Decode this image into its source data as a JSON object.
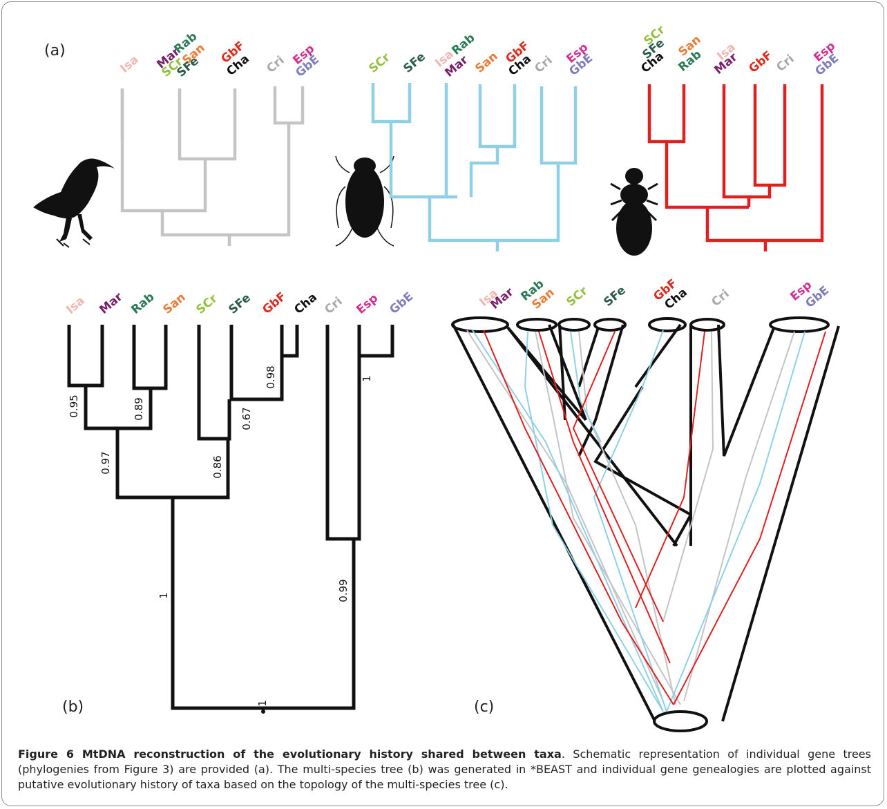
{
  "panels": {
    "a": "(a)",
    "b": "(b)",
    "c": "(c)"
  },
  "colors": {
    "Isa": "#f2b6b0",
    "Mar": "#7a1f6b",
    "Rab": "#2a7a55",
    "San": "#ee7b35",
    "SCr": "#93c13d",
    "SFe": "#2b5b4a",
    "GbF": "#e3291b",
    "Cha": "#111111",
    "Cri": "#a9a9a9",
    "Esp": "#d42f8f",
    "GbE": "#7d7dbf",
    "tree1": "#c4c4c4",
    "tree2": "#8fd0e6",
    "tree3": "#e01f1f"
  },
  "tree1_tips": [
    "Isa",
    "Mar",
    "Rab",
    "SCr",
    "San",
    "SFe",
    "GbF",
    "Cha",
    "Cri",
    "Esp",
    "GbE"
  ],
  "tree2_tips": [
    "SCr",
    "SFe",
    "Isa",
    "Rab",
    "Mar",
    "San",
    "GbF",
    "Cha",
    "Cri",
    "Esp",
    "GbE"
  ],
  "tree3_tips": [
    "SCr",
    "SFe",
    "Cha",
    "San",
    "Rab",
    "Isa",
    "Mar",
    "GbF",
    "Cri",
    "Esp",
    "GbE"
  ],
  "species_tree": {
    "tips": [
      "Isa",
      "Mar",
      "Rab",
      "San",
      "SCr",
      "SFe",
      "GbF",
      "Cha",
      "Cri",
      "Esp",
      "GbE"
    ],
    "supports": [
      "0.95",
      "0.89",
      "0.97",
      "0.98",
      "0.67",
      "0.86",
      "1",
      "0.99",
      "1",
      "1"
    ]
  },
  "multispecies_tips": [
    "Isa",
    "Mar",
    "Rab",
    "San",
    "SCr",
    "SFe",
    "GbF",
    "Cha",
    "Cri",
    "Esp",
    "GbE"
  ],
  "caption": {
    "title": "Figure 6 MtDNA reconstruction of the evolutionary history shared between taxa",
    "body": ". Schematic representation of individual gene trees (phylogenies from Figure 3) are provided (a). The multi-species tree (b) was generated in *BEAST and individual gene genealogies are plotted against putative evolutionary history of taxa based on the topology of the multi-species tree (c)."
  }
}
